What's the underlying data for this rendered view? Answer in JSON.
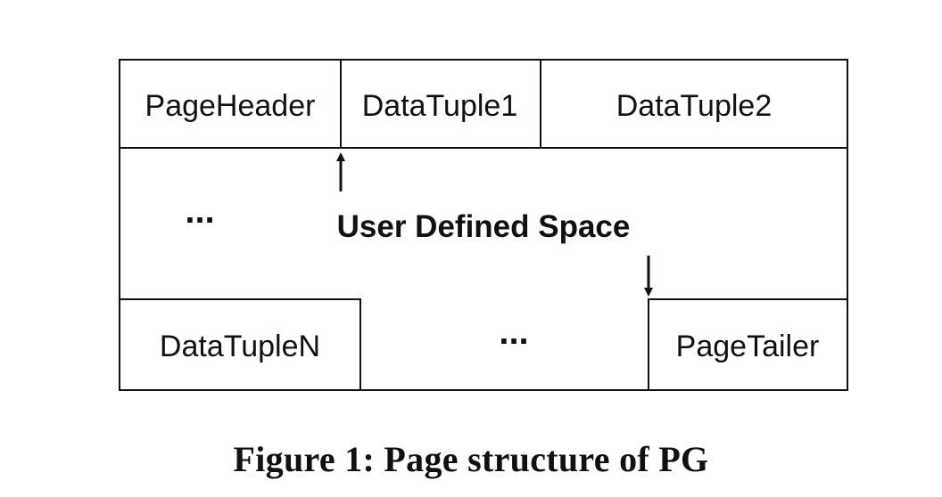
{
  "diagram": {
    "top_row": {
      "page_header": "PageHeader",
      "data_tuple_1": "DataTuple1",
      "data_tuple_2": "DataTuple2"
    },
    "middle": {
      "ellipsis": "...",
      "label": "User Defined Space"
    },
    "bottom_row": {
      "data_tuple_n": "DataTupleN",
      "ellipsis": "...",
      "page_tailer": "PageTailer"
    }
  },
  "caption": "Figure 1: Page structure of PG"
}
